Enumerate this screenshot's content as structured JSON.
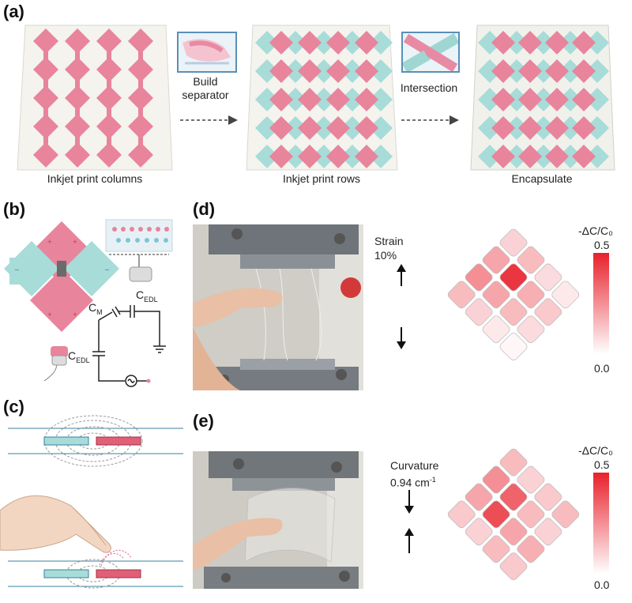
{
  "panels": {
    "a": {
      "label": "(a)",
      "captions": [
        "Inkjet print columns",
        "Inkjet print rows",
        "Encapsulate"
      ],
      "step1": [
        "Build",
        "separator"
      ],
      "step2": "Intersection"
    },
    "b": {
      "label": "(b)",
      "cm": "C",
      "cm_sub": "M",
      "cedl": "C",
      "cedl_sub": "EDL"
    },
    "c": {
      "label": "(c)"
    },
    "d": {
      "label": "(d)",
      "condition": "Strain",
      "value": "10%",
      "colorbar_title": "-ΔC/C₀",
      "cb_max": "0.5",
      "cb_min": "0.0",
      "heatmap": [
        [
          0.1,
          0.15,
          0.08,
          0.05
        ],
        [
          0.2,
          0.45,
          0.18,
          0.12
        ],
        [
          0.25,
          0.2,
          0.15,
          0.08
        ],
        [
          0.15,
          0.1,
          0.05,
          0.02
        ]
      ]
    },
    "e": {
      "label": "(e)",
      "condition": "Curvature",
      "value": "0.94 cm",
      "value_sup": "-1",
      "colorbar_title": "-ΔC/C₀",
      "cb_max": "0.5",
      "cb_min": "0.0",
      "heatmap": [
        [
          0.15,
          0.1,
          0.12,
          0.15
        ],
        [
          0.25,
          0.35,
          0.15,
          0.1
        ],
        [
          0.2,
          0.4,
          0.2,
          0.18
        ],
        [
          0.12,
          0.1,
          0.15,
          0.12
        ]
      ]
    }
  },
  "colors": {
    "pink": "#e8849c",
    "cyan": "#a7dcd8",
    "red": "#e8202b"
  }
}
